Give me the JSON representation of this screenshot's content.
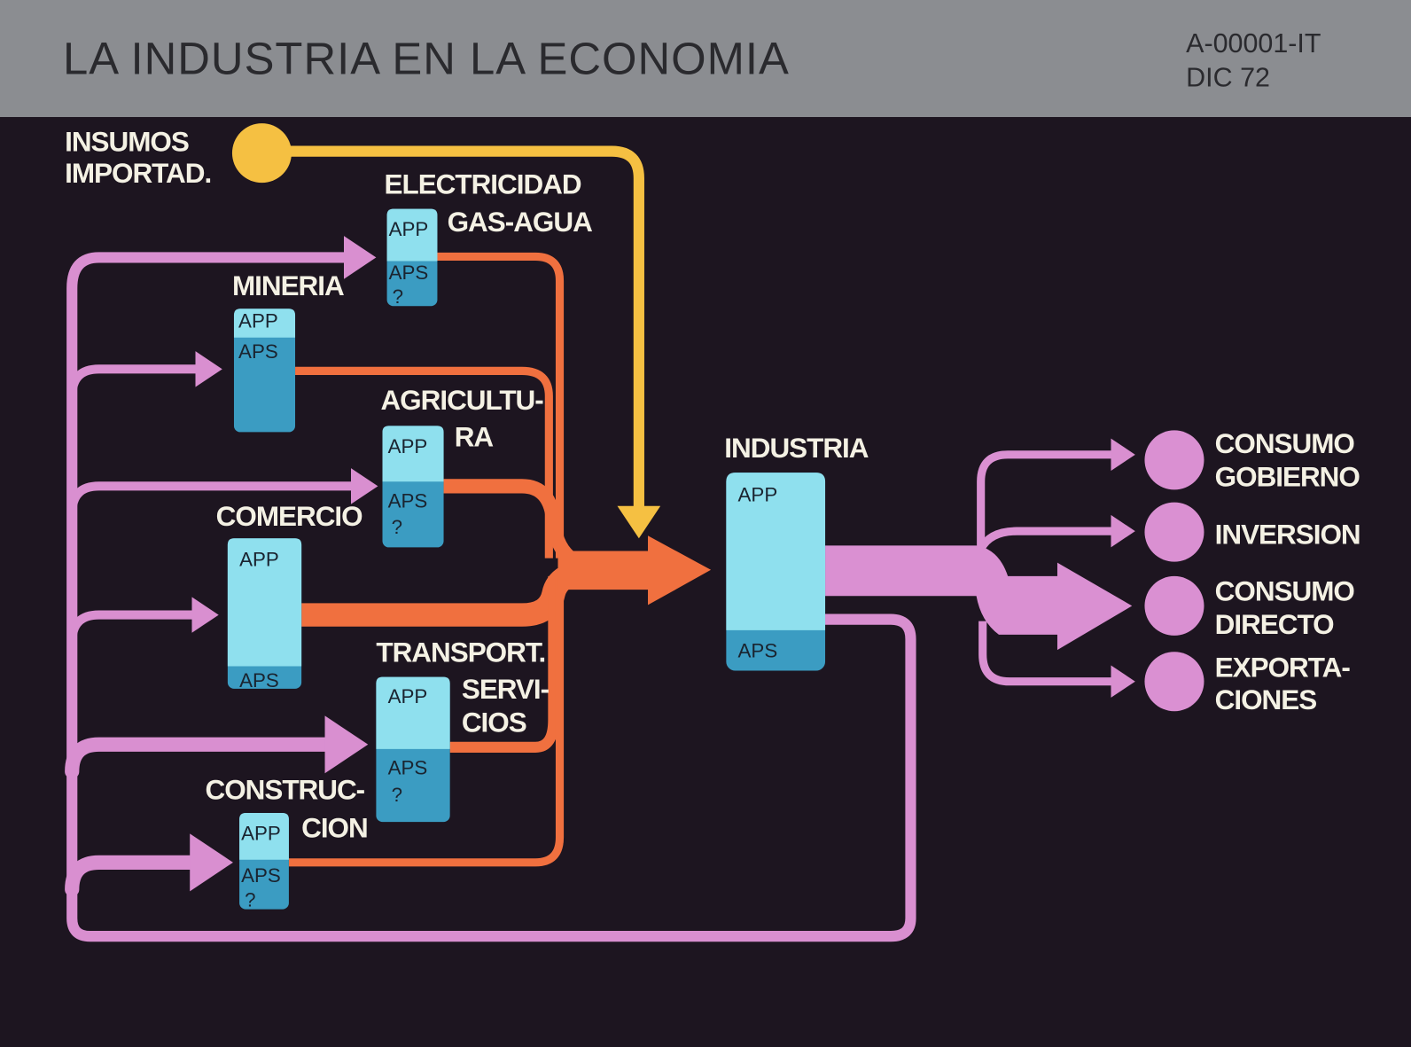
{
  "header": {
    "title": "LA INDUSTRIA EN LA ECONOMIA",
    "code": "A-00001-IT",
    "date": "DIC 72"
  },
  "colors": {
    "background": "#1d1520",
    "header": "#8b8d91",
    "app": "#8fe0ee",
    "aps": "#3b9cc2",
    "flow_in": "#d98fd0",
    "flow_sector": "#f0703f",
    "imports": "#f5c042",
    "output": "#da90d2"
  },
  "inputs": {
    "label_line1": "INSUMOS",
    "label_line2": "IMPORTAD."
  },
  "box_labels": {
    "app": "APP",
    "aps": "APS",
    "unknown": "?"
  },
  "sectors": {
    "electricidad": {
      "line1": "ELECTRICIDAD",
      "line2": "GAS-AGUA"
    },
    "mineria": {
      "line1": "MINERIA"
    },
    "agricultura": {
      "line1": "AGRICULTU-",
      "line2": "RA"
    },
    "comercio": {
      "line1": "COMERCIO"
    },
    "transporte": {
      "line1": "TRANSPORT.",
      "line2": "SERVI-",
      "line3": "CIOS"
    },
    "construccion": {
      "line1": "CONSTRUC-",
      "line2": "CION"
    },
    "industria": {
      "line1": "INDUSTRIA"
    }
  },
  "outputs": [
    {
      "line1": "CONSUMO",
      "line2": "GOBIERNO"
    },
    {
      "line1": "INVERSION",
      "line2": ""
    },
    {
      "line1": "CONSUMO",
      "line2": "DIRECTO"
    },
    {
      "line1": "EXPORTA-",
      "line2": "CIONES"
    }
  ]
}
